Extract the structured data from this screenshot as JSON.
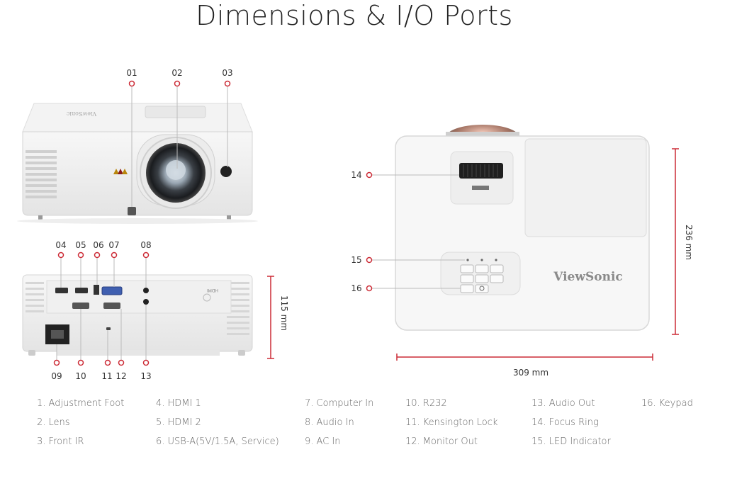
{
  "title": "Dimensions & I/O Ports",
  "brand": {
    "logo_text": "ViewSonic"
  },
  "accent_color": "#cc2b36",
  "callouts_front": [
    "01",
    "02",
    "03"
  ],
  "callouts_rear_top": [
    "04",
    "05",
    "06",
    "07",
    "08"
  ],
  "callouts_rear_bottom": [
    "09",
    "10",
    "11",
    "12",
    "13"
  ],
  "callouts_top_view": [
    "14",
    "15",
    "16"
  ],
  "dimensions": {
    "height": "115 mm",
    "depth": "236 mm",
    "width": "309 mm"
  },
  "legend": [
    [
      "1. Adjustment Foot",
      "2. Lens",
      "3. Front IR"
    ],
    [
      "4. HDMI 1",
      "5. HDMI 2",
      "6. USB-A(5V/1.5A, Service)"
    ],
    [
      "7. Computer In",
      "8. Audio In",
      "9. AC In"
    ],
    [
      "10. R232",
      "11. Kensington Lock",
      "12. Monitor Out"
    ],
    [
      "13. Audio Out",
      "14. Focus Ring",
      "15. LED Indicator"
    ],
    [
      "16. Keypad"
    ]
  ]
}
